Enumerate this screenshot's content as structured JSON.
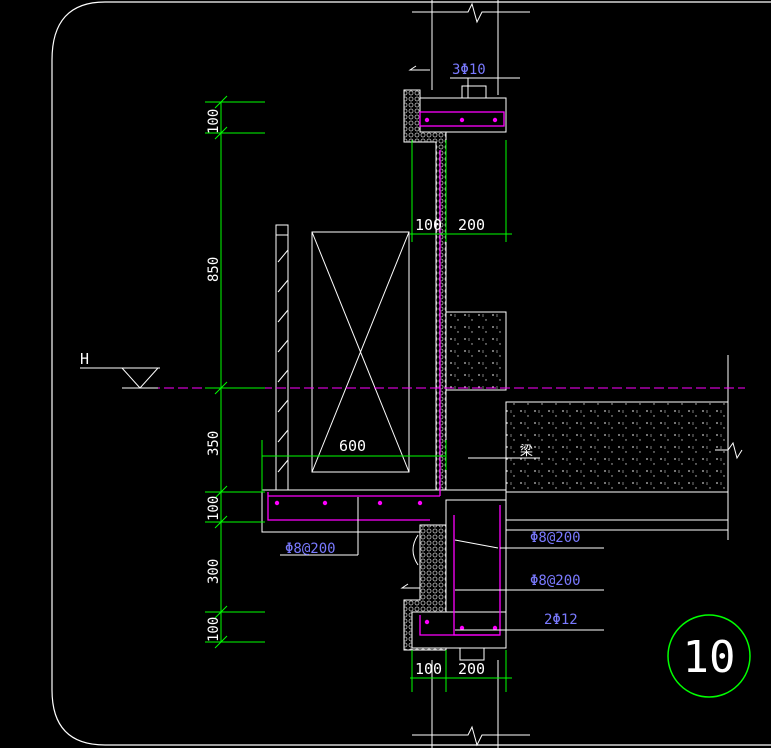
{
  "drawing": {
    "detail_number": "10",
    "level_marker": "H",
    "beam_label": "梁",
    "colors": {
      "background": "#000000",
      "frame": "#ffffff",
      "dimension": "#00ff00",
      "rebar": "#ff00ff",
      "callout": "#7a7aff",
      "outline": "#ffffff",
      "hatch": "#c0c0c0",
      "level_line": "#ff00ff"
    },
    "dimensions_vertical": [
      "100",
      "850",
      "350",
      "100",
      "300",
      "100"
    ],
    "dimensions_horizontal": {
      "top_left": "100",
      "top_right": "200",
      "ledge_width": "600",
      "bottom_left": "100",
      "bottom_right": "200"
    },
    "rebar_callouts": {
      "top_bars": "3Φ10",
      "ledge_stirrup": "Φ8@200",
      "beam_stirrup_1": "Φ8@200",
      "beam_stirrup_2": "Φ8@200",
      "bottom_bars": "2Φ12"
    }
  }
}
